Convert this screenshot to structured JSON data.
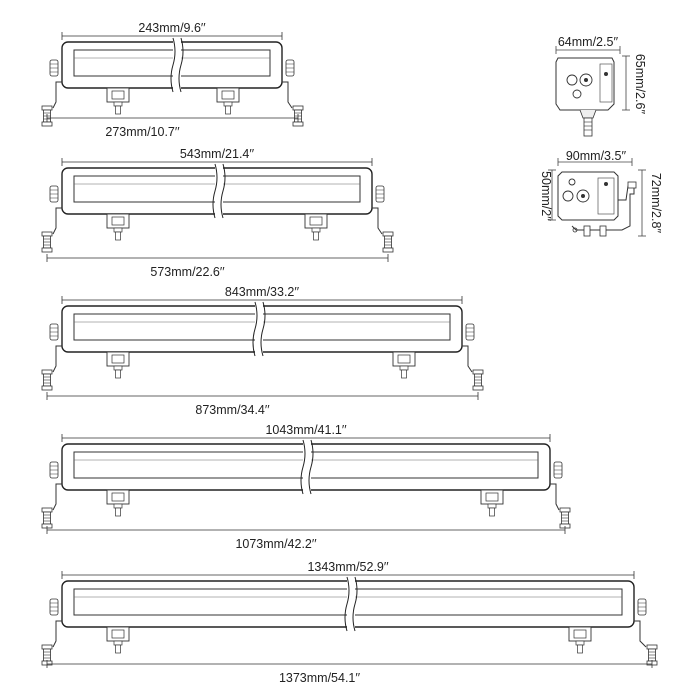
{
  "bars": [
    {
      "width_label": "243mm/9.6′′",
      "overall_label": "273mm/10.7′′"
    },
    {
      "width_label": "543mm/21.4′′",
      "overall_label": "573mm/22.6′′"
    },
    {
      "width_label": "843mm/33.2′′",
      "overall_label": "873mm/34.4′′"
    },
    {
      "width_label": "1043mm/41.1′′",
      "overall_label": "1073mm/42.2′′"
    },
    {
      "width_label": "1343mm/52.9′′",
      "overall_label": "1373mm/54.1′′"
    }
  ],
  "side_views": [
    {
      "width_label": "64mm/2.5′′",
      "height_label": "65mm/2.6′′"
    },
    {
      "width_label": "90mm/3.5′′",
      "height_left_label": "50mm/2′′",
      "height_right_label": "72mm/2.8′′"
    }
  ]
}
